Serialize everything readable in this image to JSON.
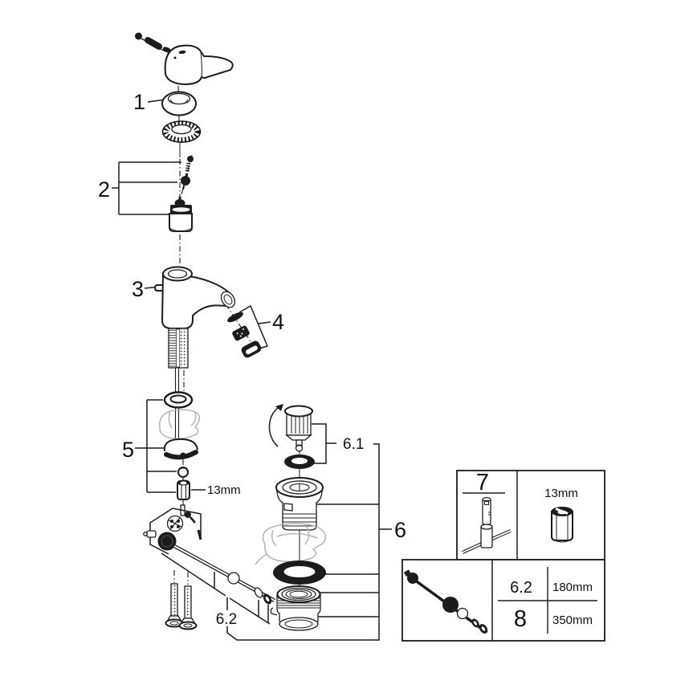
{
  "figure": {
    "callouts": {
      "n1": "1",
      "n2": "2",
      "n3": "3",
      "n4": "4",
      "n5": "5",
      "n6": "6",
      "n61": "6.1",
      "n62": "6.2",
      "nut_size_label": "13mm"
    },
    "legend": {
      "tool_box": {
        "number": "7",
        "wrench_size": "13mm"
      },
      "rod_box": {
        "rows": [
          {
            "number": "6.2",
            "length": "180mm"
          },
          {
            "number": "8",
            "length": "350mm"
          }
        ]
      }
    }
  }
}
